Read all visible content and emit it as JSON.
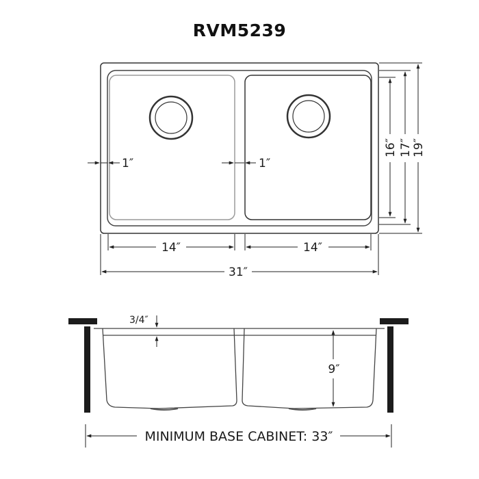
{
  "title": "RVM5239",
  "top_view": {
    "dimensions": {
      "left_bowl_width": "14″",
      "right_bowl_width": "14″",
      "overall_width": "31″",
      "bowl_depth": "16″",
      "inner_depth": "17″",
      "overall_depth": "19″",
      "left_margin": "1″",
      "divider_margin": "1″"
    }
  },
  "side_view": {
    "dimensions": {
      "rim_thickness": "3/4″",
      "bowl_height": "9″",
      "min_base_cabinet": "MINIMUM BASE CABINET: 33″"
    }
  },
  "colors": {
    "line": "#222222",
    "light_line": "#9a9a9a",
    "cabinet": "#1c1c1c"
  }
}
